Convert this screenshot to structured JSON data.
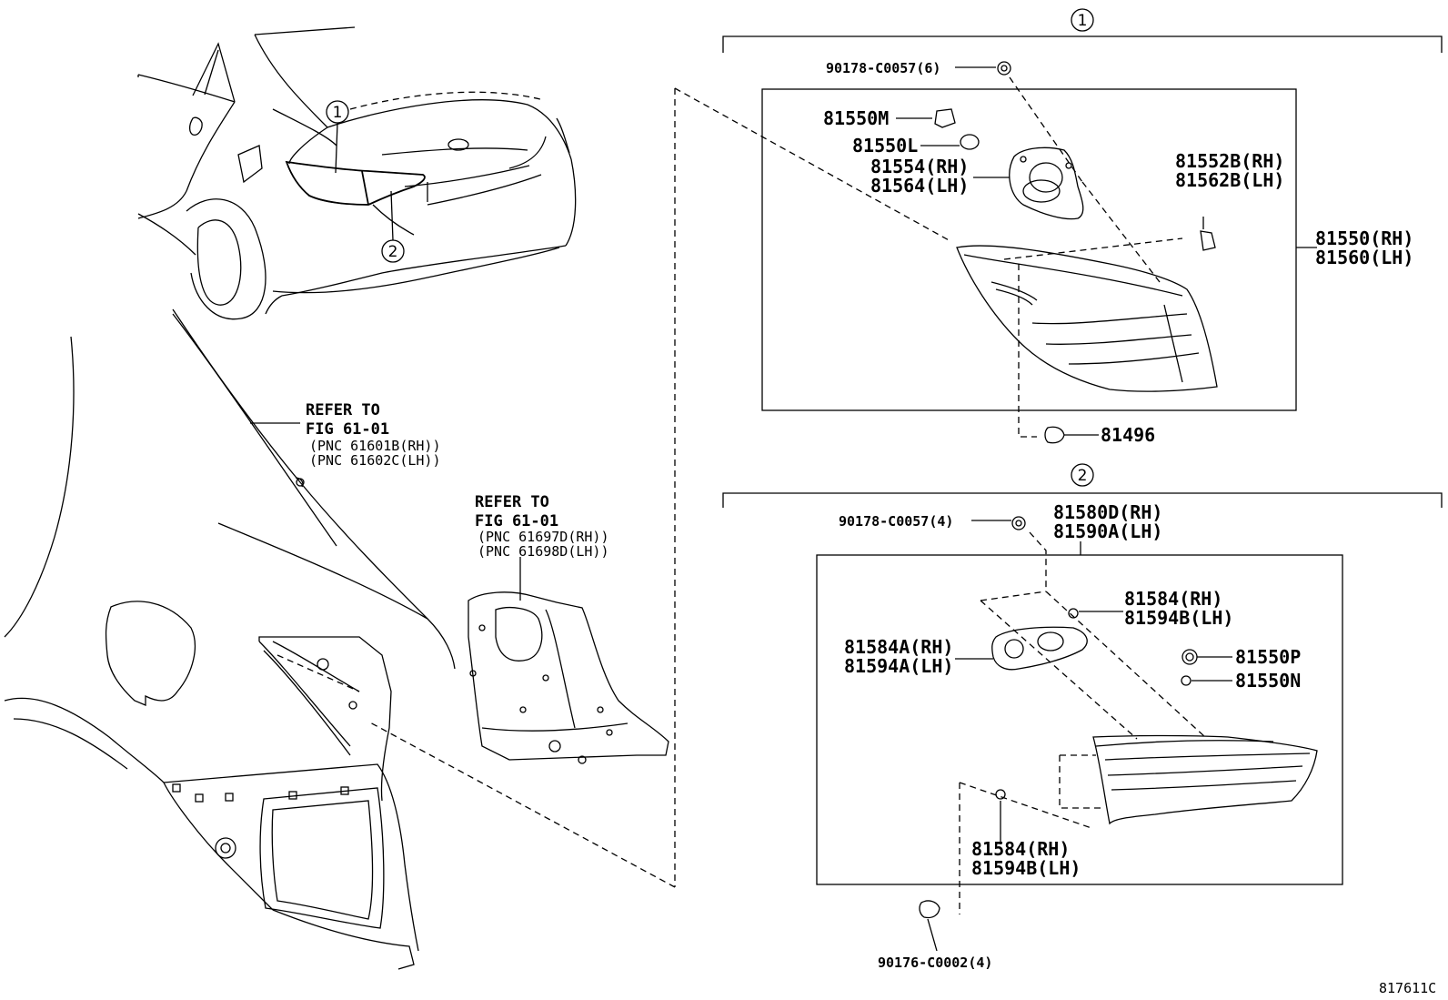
{
  "callouts": {
    "c1": "1",
    "c2": "2"
  },
  "refs": {
    "upper": {
      "line1": "REFER TO",
      "line2": "FIG 61-01",
      "line3": "(PNC 61601B(RH))",
      "line4": "(PNC 61602C(LH))"
    },
    "lower": {
      "line1": "REFER TO",
      "line2": "FIG 61-01",
      "line3": "(PNC 61697D(RH))",
      "line4": "(PNC 61698D(LH))"
    }
  },
  "group1": {
    "p90178": "90178-C0057(6)",
    "p81550M": "81550M",
    "p81550L": "81550L",
    "p81554": "81554(RH)",
    "p81564": "81564(LH)",
    "p81552B": "81552B(RH)",
    "p81562B": "81562B(LH)",
    "p81550": "81550(RH)",
    "p81560": "81560(LH)",
    "p81496": "81496"
  },
  "group2": {
    "p90178": "90178-C0057(4)",
    "p81580D": "81580D(RH)",
    "p81590A": "81590A(LH)",
    "p81584": "81584(RH)",
    "p81594B": "81594B(LH)",
    "p81584A": "81584A(RH)",
    "p81594A": "81594A(LH)",
    "p81550P": "81550P",
    "p81550N": "81550N",
    "p81584b": "81584(RH)",
    "p81594Bb": "81594B(LH)",
    "p90176": "90176-C0002(4)"
  },
  "figure_id": "817611C"
}
